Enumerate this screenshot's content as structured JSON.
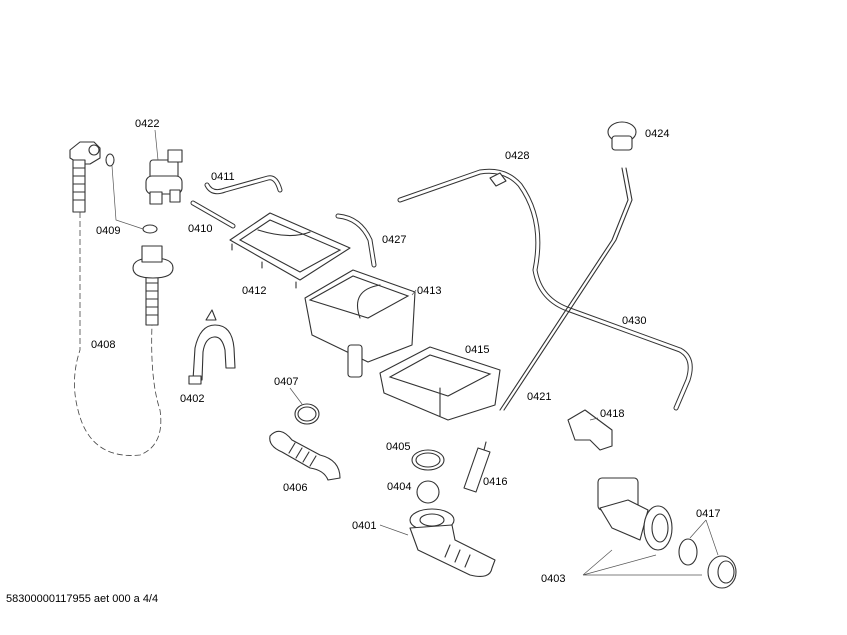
{
  "diagram": {
    "labels": {
      "p0401": "0401",
      "p0402": "0402",
      "p0403": "0403",
      "p0404": "0404",
      "p0405": "0405",
      "p0406": "0406",
      "p0407": "0407",
      "p0408": "0408",
      "p0409": "0409",
      "p0410": "0410",
      "p0411": "0411",
      "p0412": "0412",
      "p0413": "0413",
      "p0415": "0415",
      "p0416": "0416",
      "p0417": "0417",
      "p0418": "0418",
      "p0421": "0421",
      "p0422": "0422",
      "p0424": "0424",
      "p0427": "0427",
      "p0428": "0428",
      "p0430": "0430"
    }
  },
  "footer": {
    "text": "58300000117955 aet 000 a 4/4"
  }
}
